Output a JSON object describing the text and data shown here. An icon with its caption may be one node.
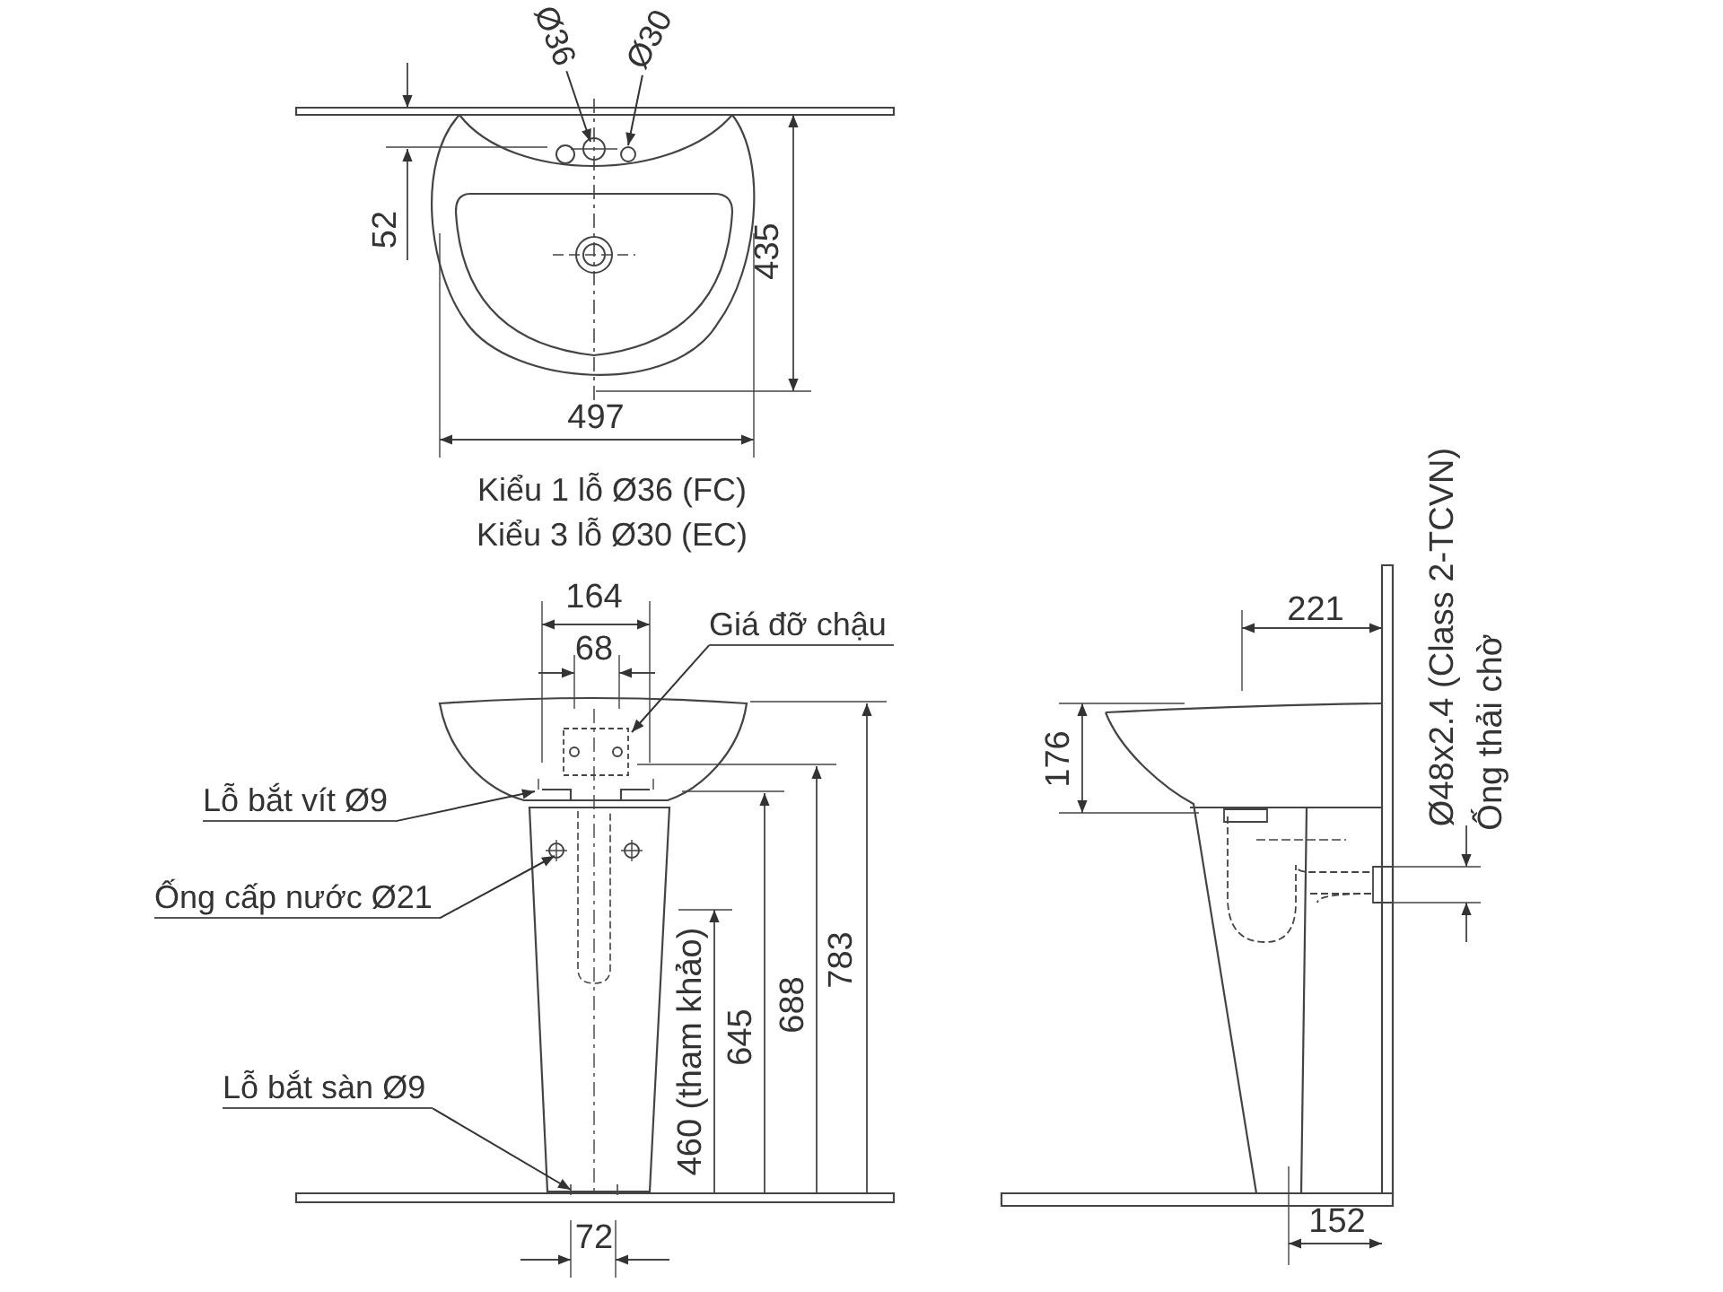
{
  "diagram": {
    "nodes": [
      {
        "text": [
          "Ø36"
        ]
      },
      {
        "text": [
          "Ø30"
        ]
      },
      {
        "text": [
          "Giá đỡ chậu"
        ]
      },
      {
        "text": [
          "Lỗ bắt vít Ø9"
        ]
      },
      {
        "text": [
          "Ống cấp nước Ø21"
        ]
      },
      {
        "text": [
          "Lỗ bắt sàn Ø9"
        ]
      }
    ],
    "edges": [
      {
        "from": 0,
        "to": null,
        "arrow": "to"
      },
      {
        "from": 1,
        "to": null,
        "arrow": "to"
      },
      {
        "from": 2,
        "to": null,
        "arrow": "to"
      },
      {
        "from": 3,
        "to": null,
        "arrow": "to"
      },
      {
        "from": 4,
        "to": null,
        "arrow": "to"
      },
      {
        "from": 5,
        "to": null,
        "arrow": "to"
      }
    ],
    "labels": [
      "52",
      "435",
      "497",
      "Kiểu 1 lỗ Ø36 (FC)",
      "Kiểu 3 lỗ Ø30 (EC)",
      "164",
      "68",
      "460 (tham khảo)",
      "645",
      "688",
      "783",
      "72",
      "221",
      "176",
      "Ø48x2.4 (Class 2-TCVN)",
      "Ống thải chờ",
      "152"
    ]
  }
}
